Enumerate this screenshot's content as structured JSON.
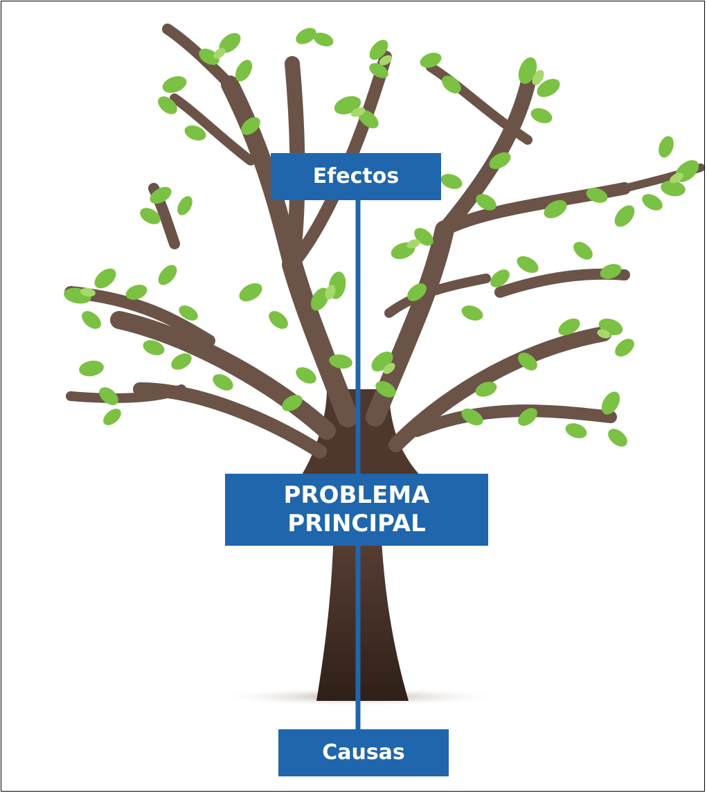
{
  "diagram": {
    "top_label": "Efectos",
    "center_label_line1": "PROBLEMA",
    "center_label_line2": "PRINCIPAL",
    "bottom_label": "Causas"
  },
  "colors": {
    "box_fill": "#1f66ad",
    "connector_line": "#1f66ad",
    "trunk": "#4a3324",
    "branch": "#6b5347",
    "leaf": "#7bc143",
    "leaf_light": "#a6d86a",
    "background": "#ffffff"
  },
  "icons": [
    "tree-illustration"
  ]
}
